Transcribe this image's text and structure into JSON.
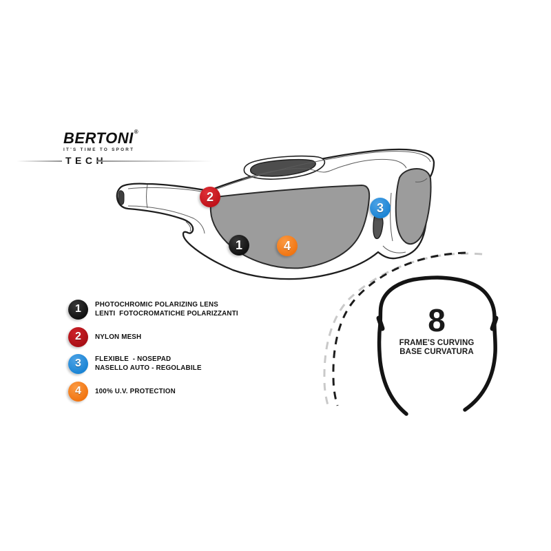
{
  "brand": {
    "name": "BERTONI",
    "registered": "®",
    "tagline": "IT'S TIME TO SPORT",
    "series": "TECH"
  },
  "legend": {
    "items": [
      {
        "number": "1",
        "color": "#101010",
        "lines": [
          "PHOTOCHROMIC POLARIZING LENS",
          "LENTI  FOTOCROMATICHE POLARIZZANTI"
        ]
      },
      {
        "number": "2",
        "color": "#a80f16",
        "lines": [
          "NYLON MESH",
          ""
        ]
      },
      {
        "number": "3",
        "color": "#1b84d4",
        "lines": [
          "FLEXIBLE  - NOSEPAD",
          "NASELLO AUTO - REGOLABILE"
        ]
      },
      {
        "number": "4",
        "color": "#f17512",
        "lines": [
          "100% U.V. PROTECTION",
          ""
        ]
      }
    ]
  },
  "markers": [
    {
      "number": "1",
      "color": "#101010"
    },
    {
      "number": "2",
      "color": "#c0121a"
    },
    {
      "number": "3",
      "color": "#1b84d4"
    },
    {
      "number": "4",
      "color": "#f17512"
    }
  ],
  "curvature": {
    "value": "8",
    "label_line1": "FRAME'S CURVING",
    "label_line2": "BASE CURVATURA"
  },
  "illustration_colors": {
    "lens_gray": "#9c9c9c",
    "vent_dark": "#4d4d4d",
    "outline": "#1e1e1e",
    "dashed_arc_gray": "#c9c9c9"
  }
}
